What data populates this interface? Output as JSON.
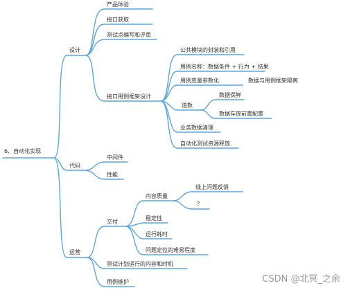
{
  "mindmap": {
    "root": "6、自动化实现",
    "branches": {
      "design": {
        "label": "设计",
        "children": {
          "product": "产品体验",
          "interface": "接口获取",
          "testpoints": "测试点编写和评审",
          "framework": {
            "label": "接口用例框架设计",
            "children": {
              "common": "公共模块的封装和引用",
              "naming": "用例名称：数据条件 + 行为 + 结果",
              "params": "用例变量参数化",
              "params_note": "数据与用例框架隔离",
              "build": {
                "label": "造数",
                "fresh": "数据保鲜",
                "prestore": "数据存放前置配置"
              },
              "cleanup": "业务数据清理",
              "release": "自动化测试资源释放"
            }
          }
        }
      },
      "code": {
        "label": "代码",
        "children": {
          "middleware": "中间件",
          "performance": "性能"
        }
      },
      "ops": {
        "label": "运营",
        "children": {
          "delivery": {
            "label": "交付",
            "quality": {
              "label": "内容质量",
              "feedback": "线上问题反馈",
              "unknown": "?"
            },
            "stability": "稳定性",
            "runtime": "运行耗时",
            "locate": "问题定位的难易程度"
          },
          "plan": "测试计划运行的内容和时机",
          "maintain": "用例维护"
        }
      }
    }
  },
  "watermark": "CSDN @北冥_之余",
  "colors": {
    "line": "#5aa7dd",
    "text": "#333333",
    "watermark": "#9a9a9a"
  }
}
